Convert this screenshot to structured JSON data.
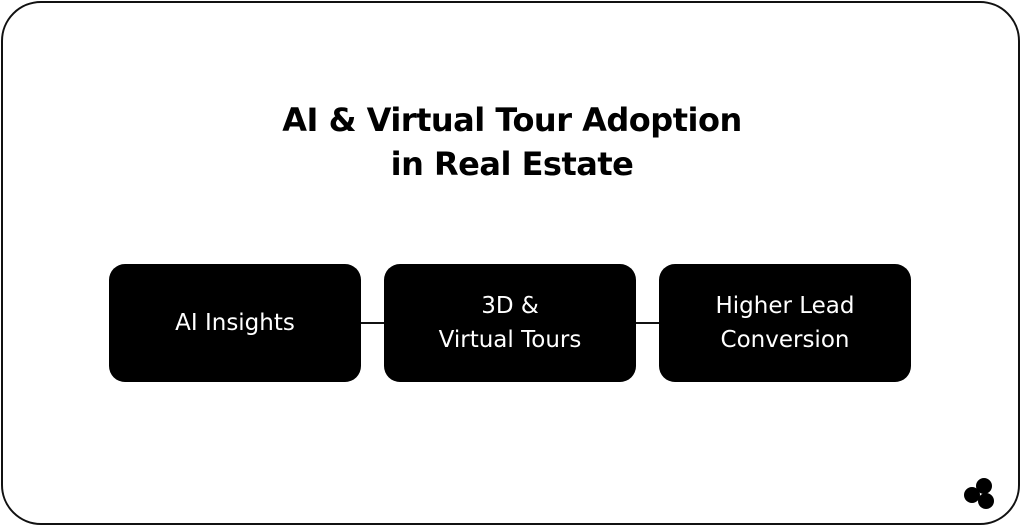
{
  "title": {
    "line1": "AI & Virtual Tour Adoption",
    "line2": "in Real Estate"
  },
  "nodes": [
    {
      "label": "AI Insights"
    },
    {
      "label": "3D &\nVirtual Tours"
    },
    {
      "label": "Higher Lead\nConversion"
    }
  ],
  "logo": {
    "icon": "three-circles-logo-icon"
  },
  "colors": {
    "node_bg": "#000000",
    "node_text": "#ffffff",
    "border": "#111111",
    "background": "#ffffff"
  }
}
